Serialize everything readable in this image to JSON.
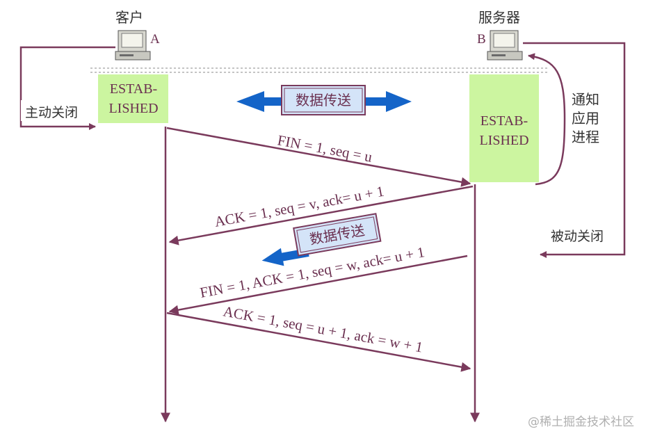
{
  "client": {
    "label": "客户",
    "letter": "A"
  },
  "server": {
    "label": "服务器",
    "letter": "B"
  },
  "states": {
    "client_state": [
      "ESTAB-",
      "LISHED"
    ],
    "server_state": [
      "ESTAB-",
      "LISHED"
    ]
  },
  "actions": {
    "active_close": "主动关闭",
    "passive_close": "被动关闭",
    "notify_app": [
      "通知",
      "应用",
      "进程"
    ]
  },
  "data_transfer": {
    "top": "数据传送",
    "mid": "数据传送"
  },
  "messages": [
    "FIN = 1, seq = u",
    "ACK = 1, seq = v, ack= u + 1",
    "FIN = 1, ACK = 1, seq = w, ack= u + 1",
    "ACK = 1, seq = u + 1, ack = w + 1"
  ],
  "watermark": "@稀土掘金技术社区",
  "colors": {
    "line": "#7a3a5c",
    "state_bg": "#ccf5a0",
    "arrow_blue": "#1464c8",
    "label_border": "#7a3a5c",
    "label_bg": "#d4e4f8",
    "text": "#6a2f4f"
  }
}
